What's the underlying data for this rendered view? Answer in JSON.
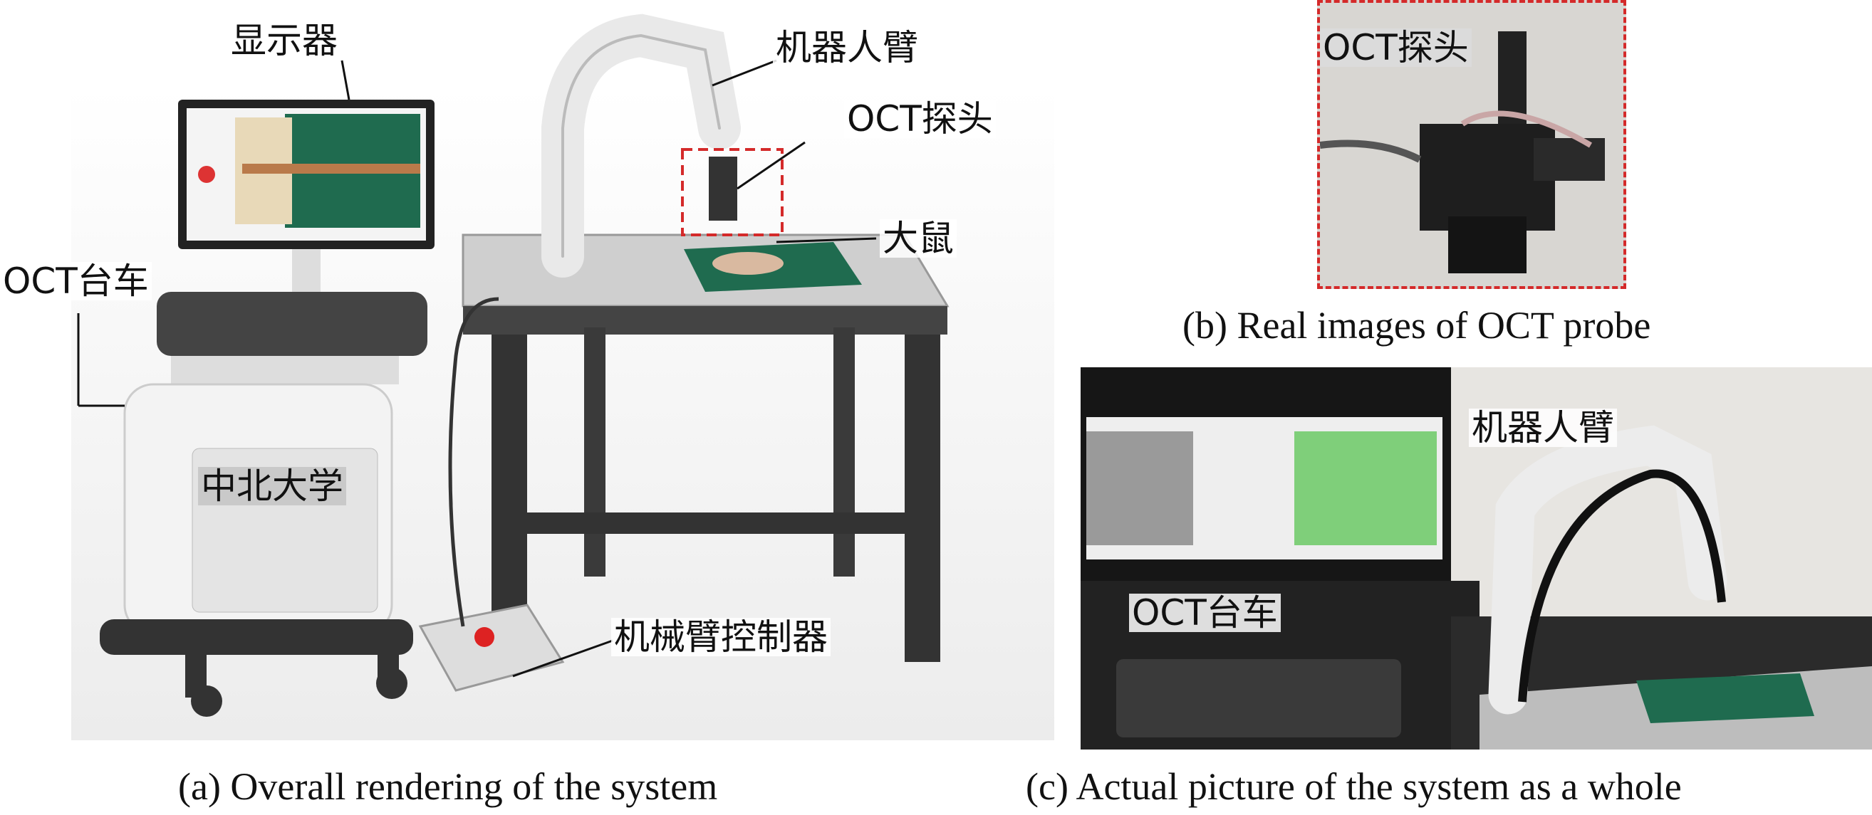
{
  "panel_a": {
    "caption": "(a) Overall rendering of the system",
    "labels": {
      "monitor": "显示器",
      "robot_arm": "机器人臂",
      "oct_probe": "OCT探头",
      "rat": "大鼠",
      "oct_cart": "OCT台车",
      "university": "中北大学",
      "arm_controller": "机械臂控制器"
    }
  },
  "panel_b": {
    "caption": "(b) Real images of OCT probe",
    "labels": {
      "oct_probe": "OCT探头"
    }
  },
  "panel_c": {
    "caption": "(c) Actual picture of the system as a whole",
    "labels": {
      "robot_arm": "机器人臂",
      "oct_cart": "OCT台车"
    }
  },
  "colors": {
    "highlight_box": "#d42a2a",
    "drape": "#1f6b4f",
    "screen_green": "#7fcf7a"
  }
}
